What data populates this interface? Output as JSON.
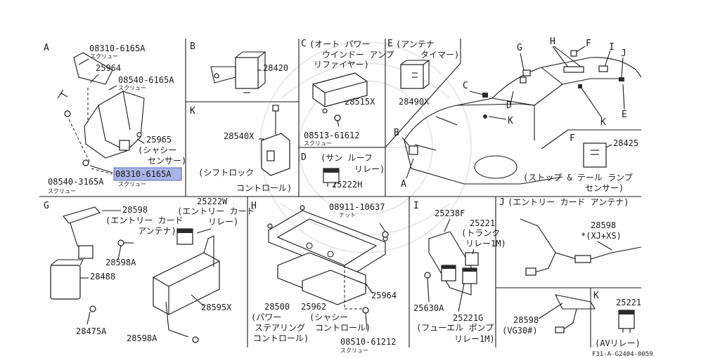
{
  "colors": {
    "line": "#1a1a1a",
    "highlight": "#a9b4e6",
    "background": "#ffffff"
  },
  "diagram_code": "F31-A-G2404-0059",
  "sections": {
    "A": {
      "letter": "A",
      "parts": {
        "p1": "08310-6165A",
        "p1_sub": "スクリュー",
        "p2": "25964",
        "p3": "08540-6165A",
        "p3_sub": "スクリュー",
        "p4": "25965",
        "p4_desc1": "(シャシー",
        "p4_desc2": "センサー)",
        "p5": "08540-3165A",
        "p5_sub": "スクリュー",
        "p6": "08310-6165A",
        "p6_sub": "スクリュー"
      }
    },
    "B": {
      "letter": "B",
      "parts": {
        "p1": "28420"
      }
    },
    "C": {
      "letter": "C",
      "title1": "(オート パワー",
      "title2": "ウインドー アンプ",
      "title3": "リファイヤー)",
      "parts": {
        "p1": "28515X",
        "p2": "08513-61612",
        "p2_sub": "スクリュー"
      }
    },
    "D": {
      "letter": "D",
      "title1": "(サン ルーフ",
      "title2": "リレー)",
      "parts": {
        "p1": "25222H"
      }
    },
    "E": {
      "letter": "E",
      "title1": "(アンテナ",
      "title2": "タイマー)",
      "parts": {
        "p1": "28490X"
      }
    },
    "K1": {
      "letter": "K",
      "parts": {
        "p1": "28540X",
        "desc1": "(シフトロック",
        "desc2": "コントロール)"
      }
    },
    "car": {
      "labels": {
        "A": "A",
        "B": "B",
        "C": "C",
        "D": "D",
        "E": "E",
        "F": "F",
        "G": "G",
        "H": "H",
        "I": "I",
        "J": "J",
        "K1": "K",
        "K2": "K"
      }
    },
    "F": {
      "letter": "F",
      "parts": {
        "p1": "28425",
        "desc1": "(ストップ & テール ランプ",
        "desc2": "センサー)"
      }
    },
    "G": {
      "letter": "G",
      "parts": {
        "p1": "28598",
        "p1_desc1": "(エントリー カード",
        "p1_desc2": "アンテナ)",
        "p2": "25222W",
        "p2_desc1": "(エントリー カード",
        "p2_desc2": "リレー)",
        "p3": "28598A",
        "p4": "28488",
        "p5": "28595X",
        "p6": "28475A",
        "p7": "28598A"
      }
    },
    "H": {
      "letter": "H",
      "parts": {
        "p1": "08911-10637",
        "p1_sub": "ナット",
        "p2": "25964",
        "p3": "28500",
        "p3_desc1": "(パワー",
        "p3_desc2": "ステアリング",
        "p3_desc3": "コントロール)",
        "p4": "25962",
        "p4_desc1": "(シャシー",
        "p4_desc2": "コントロール)",
        "p5": "08510-61212",
        "p5_sub": "スクリュー"
      }
    },
    "I": {
      "letter": "I",
      "parts": {
        "p1": "25238F",
        "p2": "25221",
        "p2_desc1": "(トランク",
        "p2_desc2": "リレー1M)",
        "p3": "25630A",
        "p4": "25221G",
        "p4_desc1": "(フューエル ポンプ",
        "p4_desc2": "リレー1M)"
      }
    },
    "J": {
      "letter": "J",
      "title": "(エントリー カード アンテナ)",
      "parts": {
        "p1": "28598",
        "p1_desc": "*(XJ+XS)",
        "p2": "28598",
        "p2_desc": "(VG30#)"
      }
    },
    "K2": {
      "letter": "K",
      "parts": {
        "p1": "25221",
        "desc": "(AVリレー)"
      }
    }
  }
}
